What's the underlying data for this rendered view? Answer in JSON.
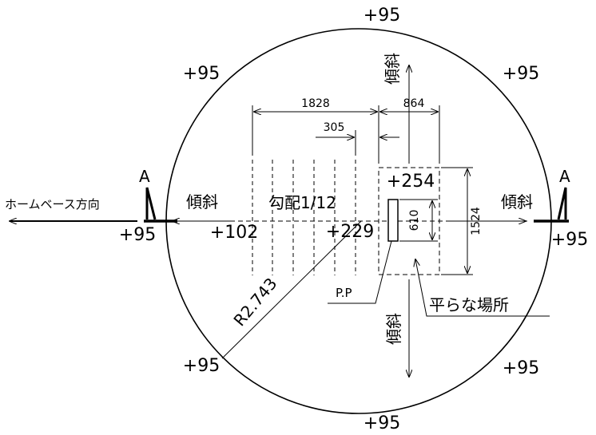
{
  "elevations": {
    "top": "+95",
    "top_left": "+95",
    "top_right": "+95",
    "left": "+95",
    "right": "+95",
    "bottom_left": "+95",
    "bottom_right": "+95",
    "bottom": "+95",
    "mound_left": "+102",
    "mound_center": "+229",
    "mound_top": "+254"
  },
  "labels": {
    "home_direction": "ホームベース方向",
    "slope_left": "傾斜",
    "slope_right": "傾斜",
    "slope_top": "傾斜",
    "slope_bottom": "傾斜",
    "gradient": "勾配1/12",
    "flat_area": "平らな場所",
    "pitcher_plate": "P.P",
    "radius": "R2.743",
    "section_left": "A",
    "section_right": "A"
  },
  "dimensions": {
    "d1828": "1828",
    "d864": "864",
    "d305": "305",
    "d610": "610",
    "d1524": "1524"
  },
  "colors": {
    "line": "#000000",
    "background": "#ffffff"
  }
}
